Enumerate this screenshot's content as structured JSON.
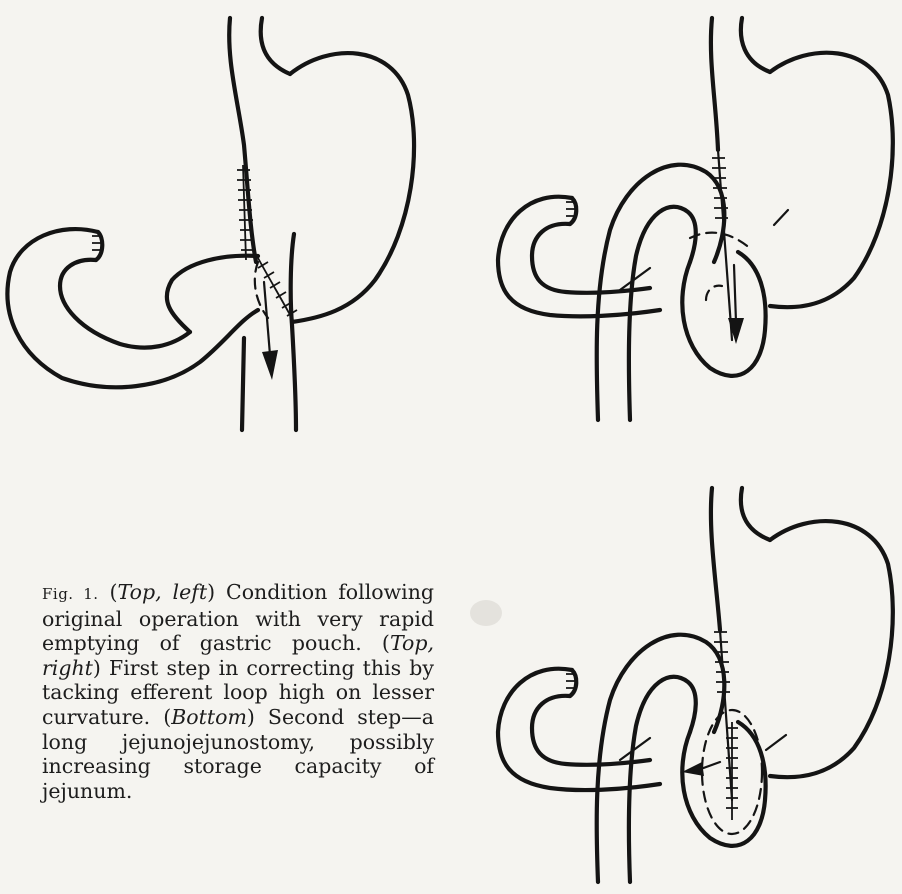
{
  "caption": {
    "fig_label": "Fig. 1.",
    "top_left_label": "Top, left",
    "top_left_text": "Condition following original operation with very rapid emptying of gastric pouch.",
    "top_right_label": "Top, right",
    "top_right_text": "First step in correcting this by tacking efferent loop high on lesser curvature.",
    "bottom_label": "Bottom",
    "bottom_text": "Second step—a long jejunojejunostomy, possibly increasing storage capacity of jejunum."
  },
  "colors": {
    "ink": "#141414",
    "paper": "#f5f4f0"
  }
}
